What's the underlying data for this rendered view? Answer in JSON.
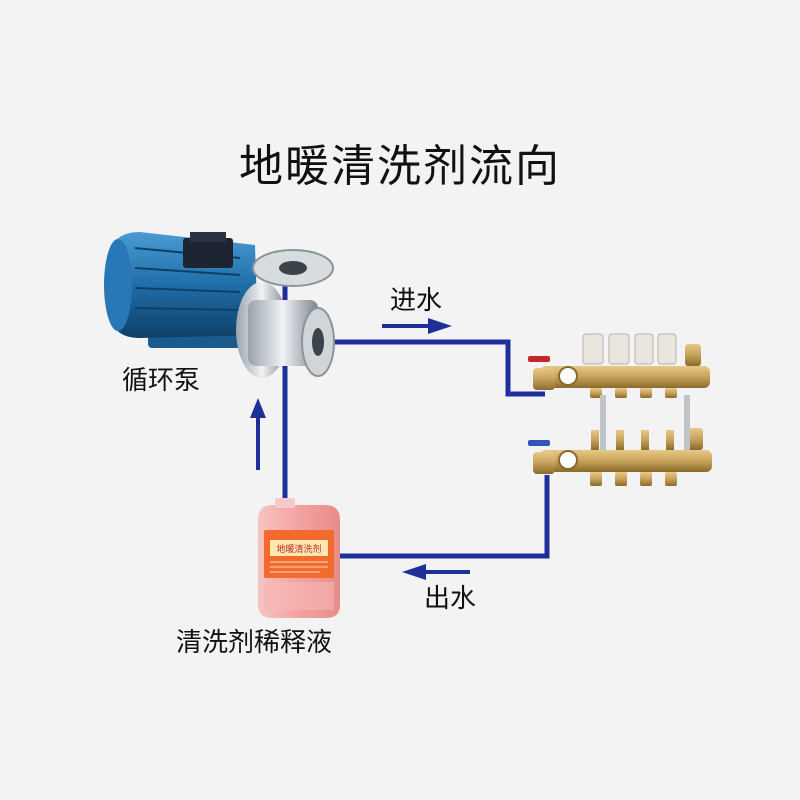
{
  "title": "地暖清洗剂流向",
  "labels": {
    "pump": "循环泵",
    "inlet": "进水",
    "outlet": "出水",
    "tank": "清洗剂稀释液"
  },
  "tank_label_text": "地暖清洗剂",
  "colors": {
    "background": "#f3f3f3",
    "pipe": "#1f2f9a",
    "pump_motor": "#1f6ea8",
    "manifold_brass": "#c8a25a",
    "tank_fluid": "#f3a3a0"
  },
  "icons": [
    "pump-icon",
    "manifold-icon",
    "tank-icon",
    "arrow-right-icon",
    "arrow-left-icon",
    "arrow-up-icon"
  ]
}
